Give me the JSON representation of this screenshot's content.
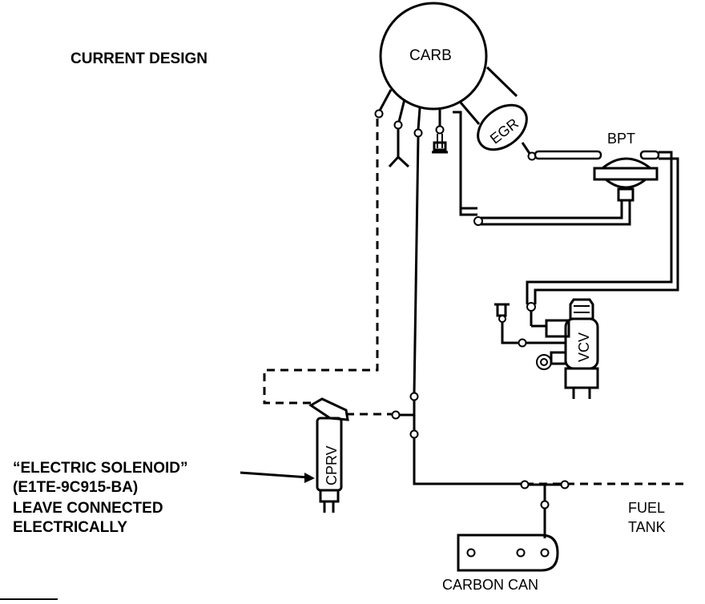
{
  "title": "CURRENT DESIGN",
  "components": {
    "carb": "CARB",
    "egr": "EGR",
    "bpt": "BPT",
    "vcv": "VCV",
    "cprv": "CPRV",
    "carbon_can": "CARBON CAN"
  },
  "callout": {
    "line1": "“ELECTRIC SOLENOID”",
    "line2": "(E1TE-9C915-BA)",
    "line3": "LEAVE CONNECTED",
    "line4": "ELECTRICALLY"
  },
  "fuel_tank": {
    "line1": "FUEL",
    "line2": "TANK"
  }
}
